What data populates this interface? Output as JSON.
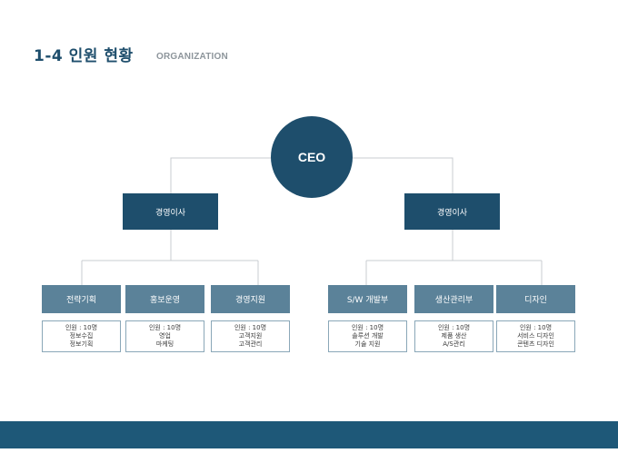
{
  "header": {
    "title": "1-4 인원 현황",
    "subtitle": "ORGANIZATION"
  },
  "chart": {
    "ceo": "CEO",
    "executives": [
      {
        "label": "경영이사"
      },
      {
        "label": "경영이사"
      }
    ],
    "departments": [
      {
        "label": "전략기획",
        "lines": [
          "인원 : 10명",
          "정보수집",
          "정보기획"
        ]
      },
      {
        "label": "홍보운영",
        "lines": [
          "인원 : 10명",
          "영업",
          "마케팅"
        ]
      },
      {
        "label": "경영지원",
        "lines": [
          "인원 : 10명",
          "고객지원",
          "고객관리"
        ]
      },
      {
        "label": "S/W 개발부",
        "lines": [
          "인원 : 10명",
          "솔루션 개발",
          "기술 지원"
        ]
      },
      {
        "label": "생산관리부",
        "lines": [
          "인원 : 10명",
          "제품 생산",
          "A/S관리"
        ]
      },
      {
        "label": "디자인",
        "lines": [
          "인원 : 10명",
          "서비스 디자인",
          "콘텐츠 디자인"
        ]
      }
    ]
  },
  "colors": {
    "primary": "#1e4e6c",
    "department": "#5b8299",
    "connector": "#c8ccd0",
    "footer": "#1e5878"
  }
}
